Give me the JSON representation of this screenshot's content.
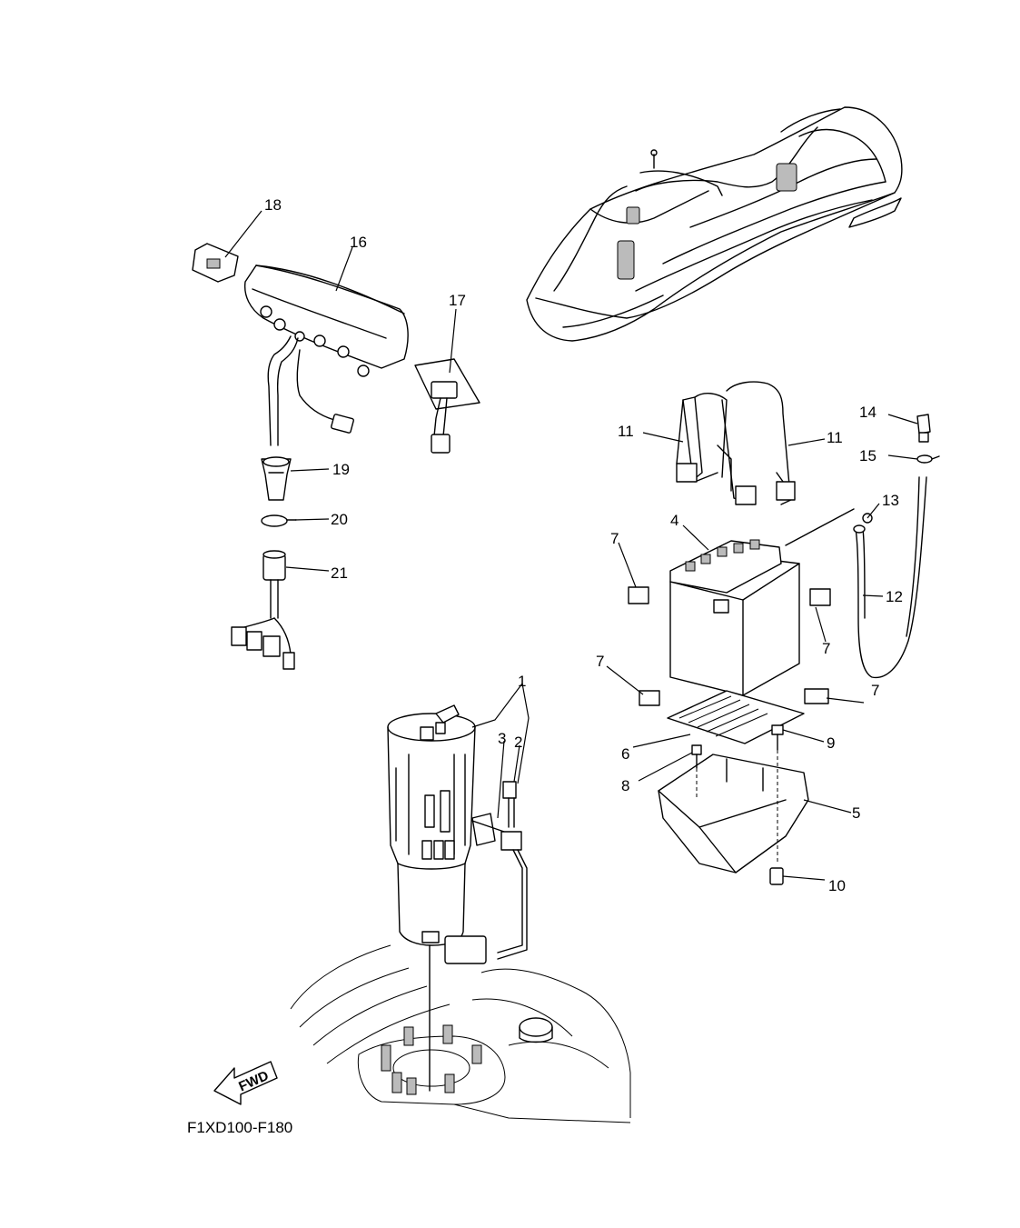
{
  "diagram": {
    "code": "F1XD100-F180",
    "fwd_label": "FWD",
    "callouts": [
      "1",
      "2",
      "3",
      "4",
      "5",
      "6",
      "7",
      "8",
      "9",
      "10",
      "11",
      "12",
      "13",
      "14",
      "15",
      "16",
      "17",
      "18",
      "19",
      "20",
      "21"
    ]
  }
}
